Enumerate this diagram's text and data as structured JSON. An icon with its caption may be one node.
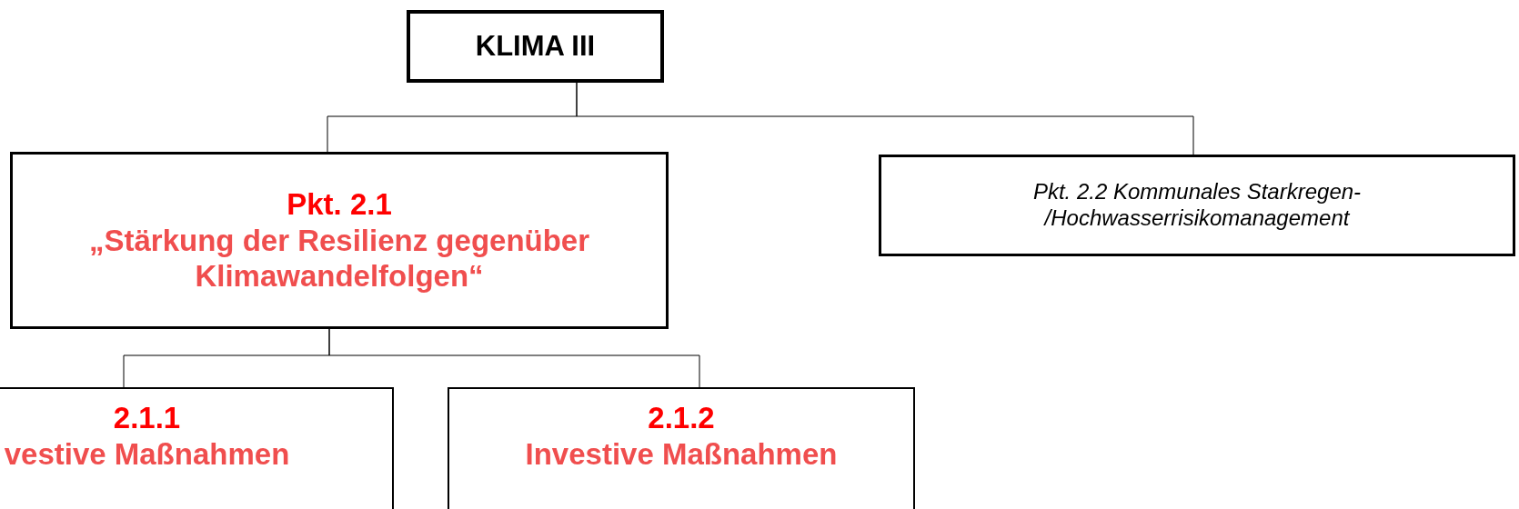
{
  "diagram": {
    "nodes": [
      {
        "text": [
          "KLIMA III"
        ]
      },
      {
        "text": [
          "Pkt. 2.1",
          "„Stärkung der Resilienz gegenüber Klimawandelfolgen“"
        ]
      },
      {
        "text": [
          "Pkt. 2.2 Kommunales Starkregen- /Hochwasserrisikomanagement"
        ]
      },
      {
        "text": [
          "2.1.1",
          "vestive Maßnahmen"
        ]
      },
      {
        "text": [
          "2.1.2",
          "Investive Maßnahmen"
        ]
      }
    ],
    "edges": [
      {
        "from": 0,
        "to": 1,
        "arrow": "none"
      },
      {
        "from": 0,
        "to": 2,
        "arrow": "none"
      },
      {
        "from": 1,
        "to": 3,
        "arrow": "none"
      },
      {
        "from": 1,
        "to": 4,
        "arrow": "none"
      }
    ]
  }
}
